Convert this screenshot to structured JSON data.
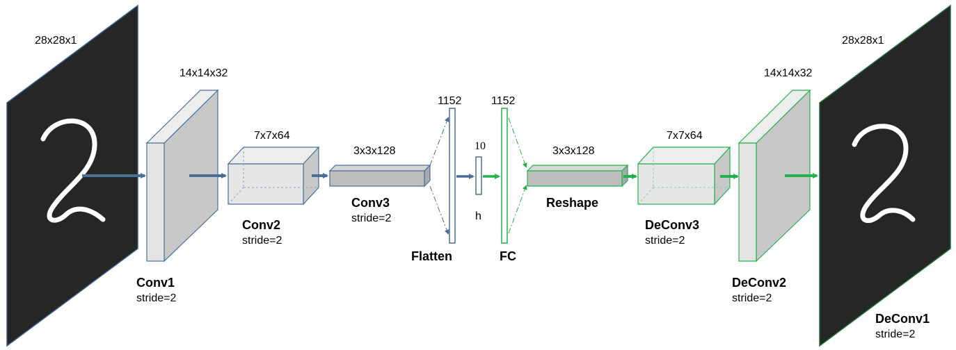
{
  "colors": {
    "encoder": "#4a6f97",
    "decoder": "#22b14c",
    "panel": "#262626",
    "panel_border_encoder": "#3e5f86",
    "panel_border_decoder": "#1f6f3a",
    "block_face": "#e6e6e6",
    "block_side": "#c8c8c8",
    "digit": "#ffffff"
  },
  "input_image": {
    "dims": "28x28x1",
    "digit": "2"
  },
  "output_image": {
    "dims": "28x28x1",
    "digit": "2"
  },
  "encoder": {
    "conv1": {
      "name": "Conv1",
      "stride": "stride=2",
      "dims": "14x14x32"
    },
    "conv2": {
      "name": "Conv2",
      "stride": "stride=2",
      "dims": "7x7x64"
    },
    "conv3": {
      "name": "Conv3",
      "stride": "stride=2",
      "dims": "3x3x128"
    },
    "flatten": {
      "name": "Flatten",
      "dims": "1152"
    }
  },
  "bottleneck": {
    "name": "h",
    "dims": "10"
  },
  "decoder": {
    "fc": {
      "name": "FC",
      "dims": "1152"
    },
    "reshape": {
      "name": "Reshape",
      "dims": "3x3x128"
    },
    "deconv3": {
      "name": "DeConv3",
      "stride": "stride=2",
      "dims": "7x7x64"
    },
    "deconv2": {
      "name": "DeConv2",
      "stride": "stride=2",
      "dims": "14x14x32"
    },
    "deconv1": {
      "name": "DeConv1",
      "stride": "stride=2"
    }
  }
}
